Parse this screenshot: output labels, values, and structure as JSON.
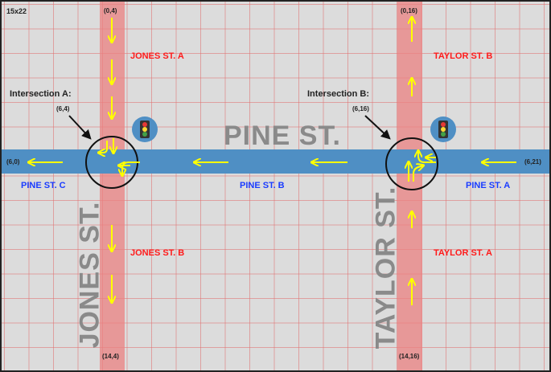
{
  "grid_size": "15x22",
  "streets": {
    "pine": "PINE ST.",
    "jones": "JONES ST.",
    "taylor": "TAYLOR ST."
  },
  "segments": {
    "jones_a": "JONES ST. A",
    "jones_b": "JONES ST. B",
    "taylor_a": "TAYLOR ST. A",
    "taylor_b": "TAYLOR ST. B",
    "pine_a": "PINE ST. A",
    "pine_b": "PINE ST. B",
    "pine_c": "PINE ST. C"
  },
  "intersections": {
    "a": {
      "title": "Intersection A:",
      "coord": "(6,4)"
    },
    "b": {
      "title": "Intersection B:",
      "coord": "(6,16)"
    }
  },
  "endpoints": {
    "jones_top": "(0,4)",
    "jones_bottom": "(14,4)",
    "taylor_top": "(0,16)",
    "taylor_bottom": "(14,16)",
    "pine_left": "(6,0)",
    "pine_right": "(6,21)"
  },
  "icons": [
    "traffic-light-icon"
  ],
  "colors": {
    "background": "#dcdcdc",
    "grid": "#e16e6e",
    "vertical_road": "#eb8282",
    "horizontal_road": "#4f8fc4",
    "arrow": "#ffff00",
    "segment_red": "#ff1a1a",
    "segment_blue": "#1a3cff"
  }
}
